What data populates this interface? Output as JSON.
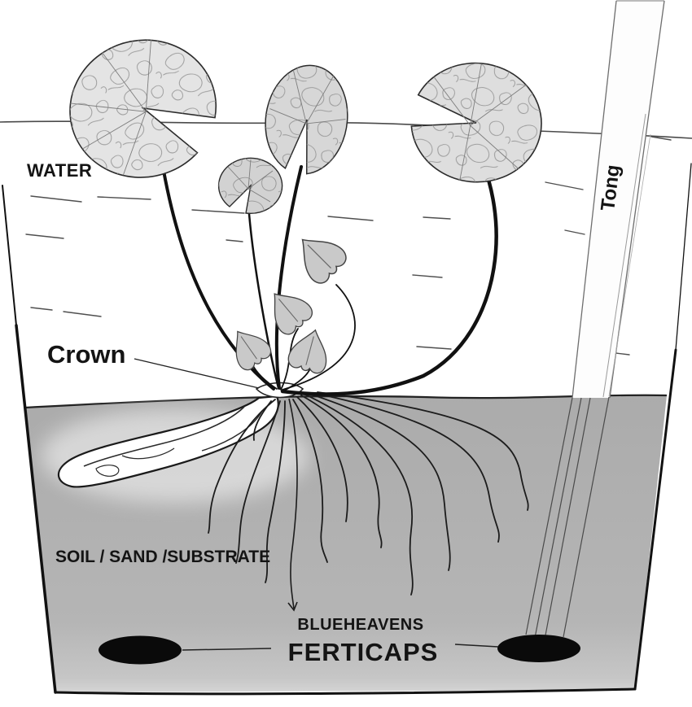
{
  "title": "Water lily planting diagram with fertilizer capsules",
  "labels": {
    "water": "WATER",
    "crown": "Crown",
    "substrate": "SOIL / SAND /SUBSTRATE",
    "brand": "BLUEHEAVENS",
    "product": "FERTICAPS",
    "tool": "Tong"
  },
  "scene": {
    "lily_pad_count": 4,
    "small_leaf_count": 4,
    "ferticap_count": 2
  },
  "colors": {
    "background": "#ffffff",
    "soil": "#b1b1b1",
    "soil_bottom_fade": "#d8d8d8",
    "pad_left": "#e4e4e4",
    "pad_mid": "#d7d7d7",
    "pad_right": "#dedede",
    "pad_small": "#d2d2d2",
    "leaf": "#c9c9c9",
    "rhizome": "#ffffff",
    "ferticap": "#0a0a0a",
    "outline": "#1a1a1a",
    "tong_edge": "#777777"
  }
}
